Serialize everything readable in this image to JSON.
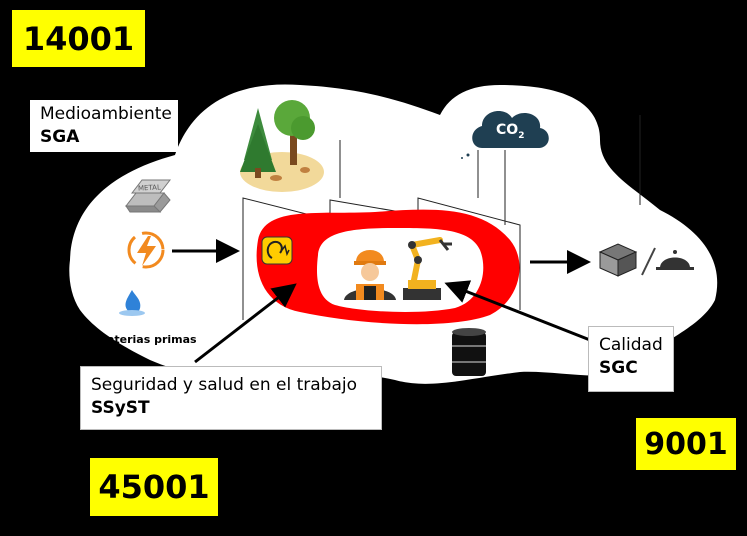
{
  "standards": {
    "env_code": "14001",
    "quality_code": "9001",
    "ohs_code": "45001"
  },
  "labels": {
    "env_title": "Medioambiente",
    "env_acronym": "SGA",
    "raw_materials": "Materias primas",
    "ohs_title": "Seguridad y salud en el trabajo",
    "ohs_acronym": "SSyST",
    "quality_title": "Calidad",
    "quality_acronym": "SGC",
    "co2": "CO",
    "co2_sub": "2",
    "metal": "METAL"
  },
  "colors": {
    "background": "#000000",
    "cloud": "#ffffff",
    "highlight": "#ff0000",
    "standard_badge": "#ffff00"
  }
}
